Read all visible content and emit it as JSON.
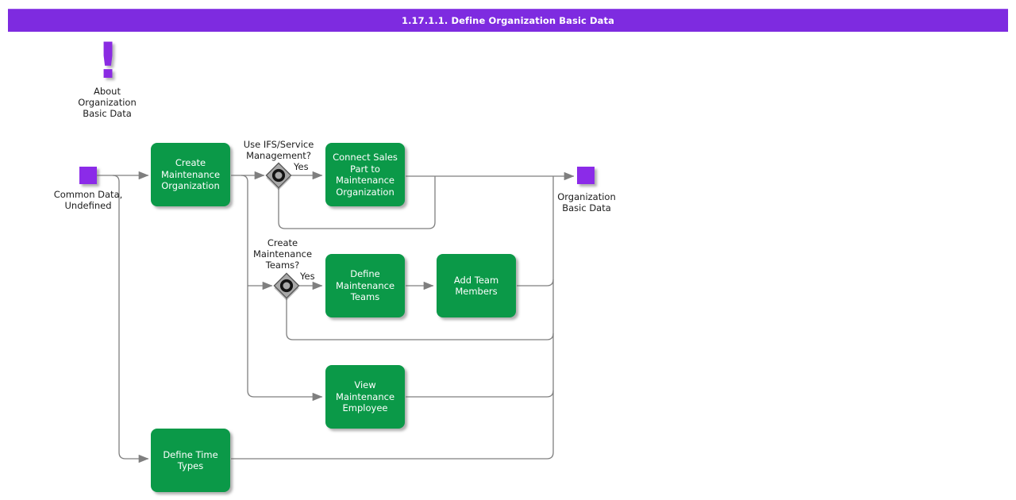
{
  "header": {
    "title": "1.17.1.1. Define Organization Basic Data"
  },
  "note": {
    "icon": "exclamation-icon",
    "label": "About\nOrganization\nBasic Data"
  },
  "nodes": {
    "start": {
      "label": "Common Data,\nUndefined"
    },
    "end": {
      "label": "Organization\nBasic Data"
    }
  },
  "activities": [
    {
      "label": "Create\nMaintenance\nOrganization"
    },
    {
      "label": "Connect Sales\nPart to\nMaintenance\nOrganization"
    },
    {
      "label": "Define\nMaintenance\nTeams"
    },
    {
      "label": "Add Team\nMembers"
    },
    {
      "label": "View\nMaintenance\nEmployee"
    },
    {
      "label": "Define Time\nTypes"
    }
  ],
  "decisions": [
    {
      "question": "Use IFS/Service\nManagement?",
      "branch_label": "Yes"
    },
    {
      "question": "Create\nMaintenance\nTeams?",
      "branch_label": "Yes"
    }
  ],
  "colors": {
    "header_bg": "#7e2be0",
    "event_node": "#8b2be8",
    "activity_bg": "#0b9948",
    "connector": "#7f7f7f",
    "decision_fill": "#a9a9a9",
    "note_icon": "#8a2be2"
  }
}
